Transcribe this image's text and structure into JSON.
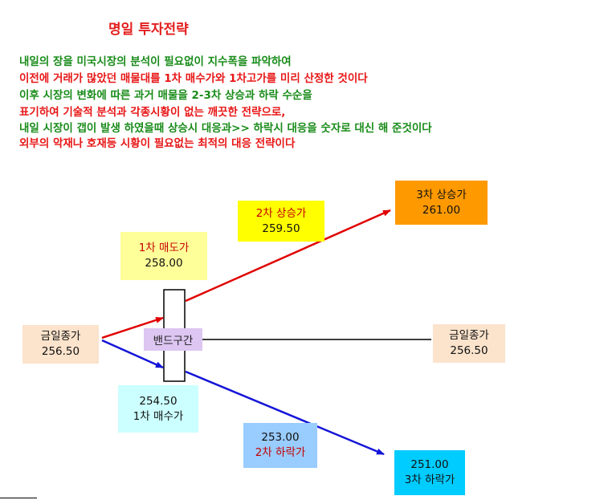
{
  "title": "명일 투자전략",
  "paragraph": [
    "내일의 장을 미국시장의 분석이 필요없이 지수폭을 파악하여",
    "이전에 거래가 많았던 매물대를 1차 매수가와 1차고가를 미리 산정한 것이다",
    "이후 시장의 변화에 따른 과거 매물을 2-3차 상승과 하락 수순을",
    "표기하여 기술적  분석과 각종시황이 없는 깨끗한 전략으로,",
    "내일 시장이 갭이 발생 하였을때 상승시 대응과>> 하락시 대응을 숫자로 대신 해 준것이다",
    "외부의 악재나 호재등  시황이 필요없는 최적의 대응 전략이다"
  ],
  "diagram": {
    "today_close_left": {
      "label": "금일종가",
      "value": "256.50"
    },
    "today_close_right": {
      "label": "금일종가",
      "value": "256.50"
    },
    "band": {
      "label": "밴드구간"
    },
    "sell1": {
      "label": "1차 매도가",
      "value": "258.00"
    },
    "up2": {
      "label": "2차 상승가",
      "value": "259.50"
    },
    "up3": {
      "label": "3차 상승가",
      "value": "261.00"
    },
    "buy1": {
      "value": "254.50",
      "label": "1차 매수가"
    },
    "down2": {
      "value": "253.00",
      "label": "2차 하락가"
    },
    "down3": {
      "value": "251.00",
      "label": "3차 하락가"
    }
  },
  "colors": {
    "up_arrow": "#e00000",
    "down_arrow": "#1414d8",
    "close_box": "#fbe3cc",
    "sell1_box": "#ffff99",
    "up2_box": "#ffff00",
    "up3_box": "#ff9900",
    "buy1_box": "#ccffff",
    "down2_box": "#99ccff",
    "down3_box": "#00ccff",
    "band_box": "#ddc6f2"
  }
}
